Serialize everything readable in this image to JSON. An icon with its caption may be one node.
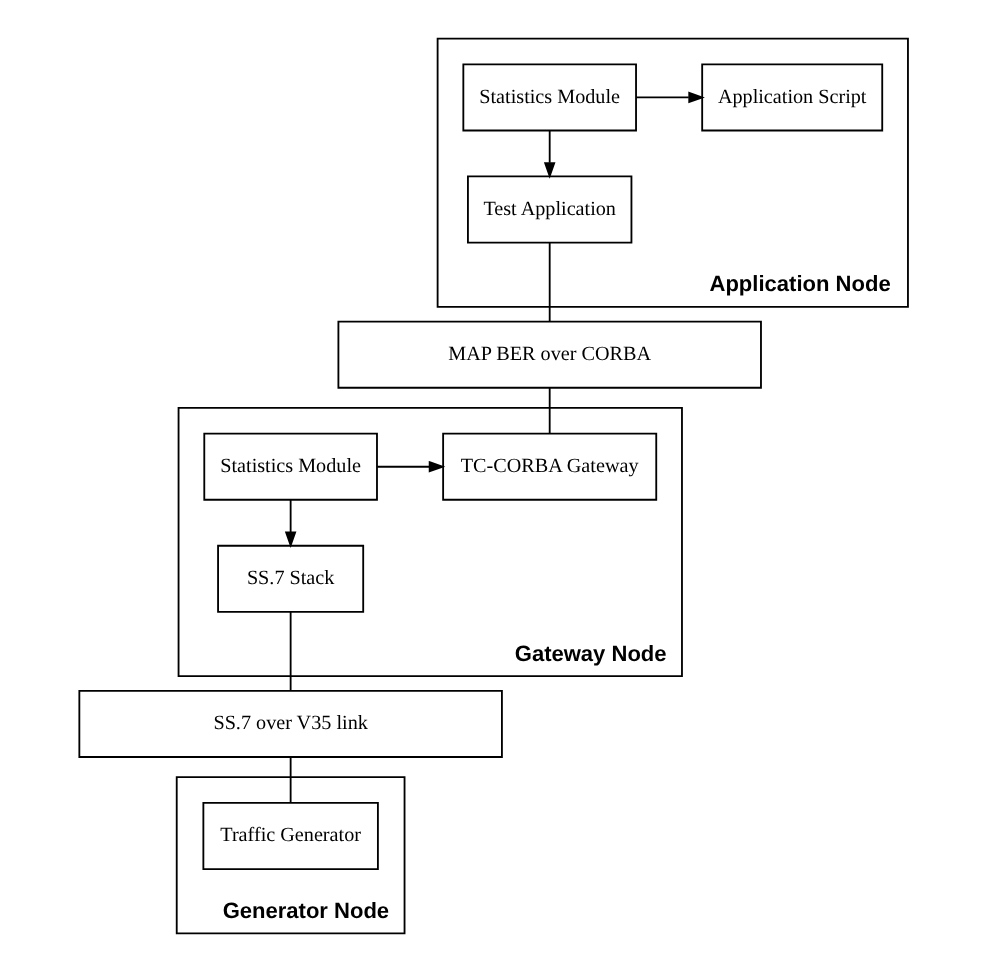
{
  "diagram": {
    "nodes": [
      {
        "text": [
          "Application Node"
        ]
      },
      {
        "text": [
          "Application Script"
        ],
        "in": 0
      },
      {
        "text": [
          "Test Application"
        ],
        "in": 0
      },
      {
        "text": [
          "Statistics Module"
        ],
        "in": 0
      },
      {
        "text": [
          "MAP BER over CORBA"
        ]
      },
      {
        "text": [
          "Gateway Node"
        ]
      },
      {
        "text": [
          "TC-CORBA Gateway"
        ],
        "in": 5
      },
      {
        "text": [
          "SS.7 Stack"
        ],
        "in": 5
      },
      {
        "text": [
          "Statistics Module"
        ],
        "in": 5
      },
      {
        "text": [
          "SS.7 over V35 link"
        ]
      },
      {
        "text": [
          "Generator Node"
        ]
      },
      {
        "text": [
          "Traffic Generator"
        ],
        "in": 10
      }
    ],
    "edges": [
      {
        "from": 3,
        "to": 1,
        "arrow": "to"
      },
      {
        "from": 3,
        "to": 2,
        "arrow": "to"
      },
      {
        "from": 2,
        "to": 4,
        "arrow": "none"
      },
      {
        "from": 4,
        "to": 6,
        "arrow": "none"
      },
      {
        "from": 8,
        "to": 6,
        "arrow": "to"
      },
      {
        "from": 8,
        "to": 7,
        "arrow": "to"
      },
      {
        "from": 7,
        "to": 9,
        "arrow": "none"
      },
      {
        "from": 9,
        "to": 11,
        "arrow": "none"
      }
    ]
  }
}
